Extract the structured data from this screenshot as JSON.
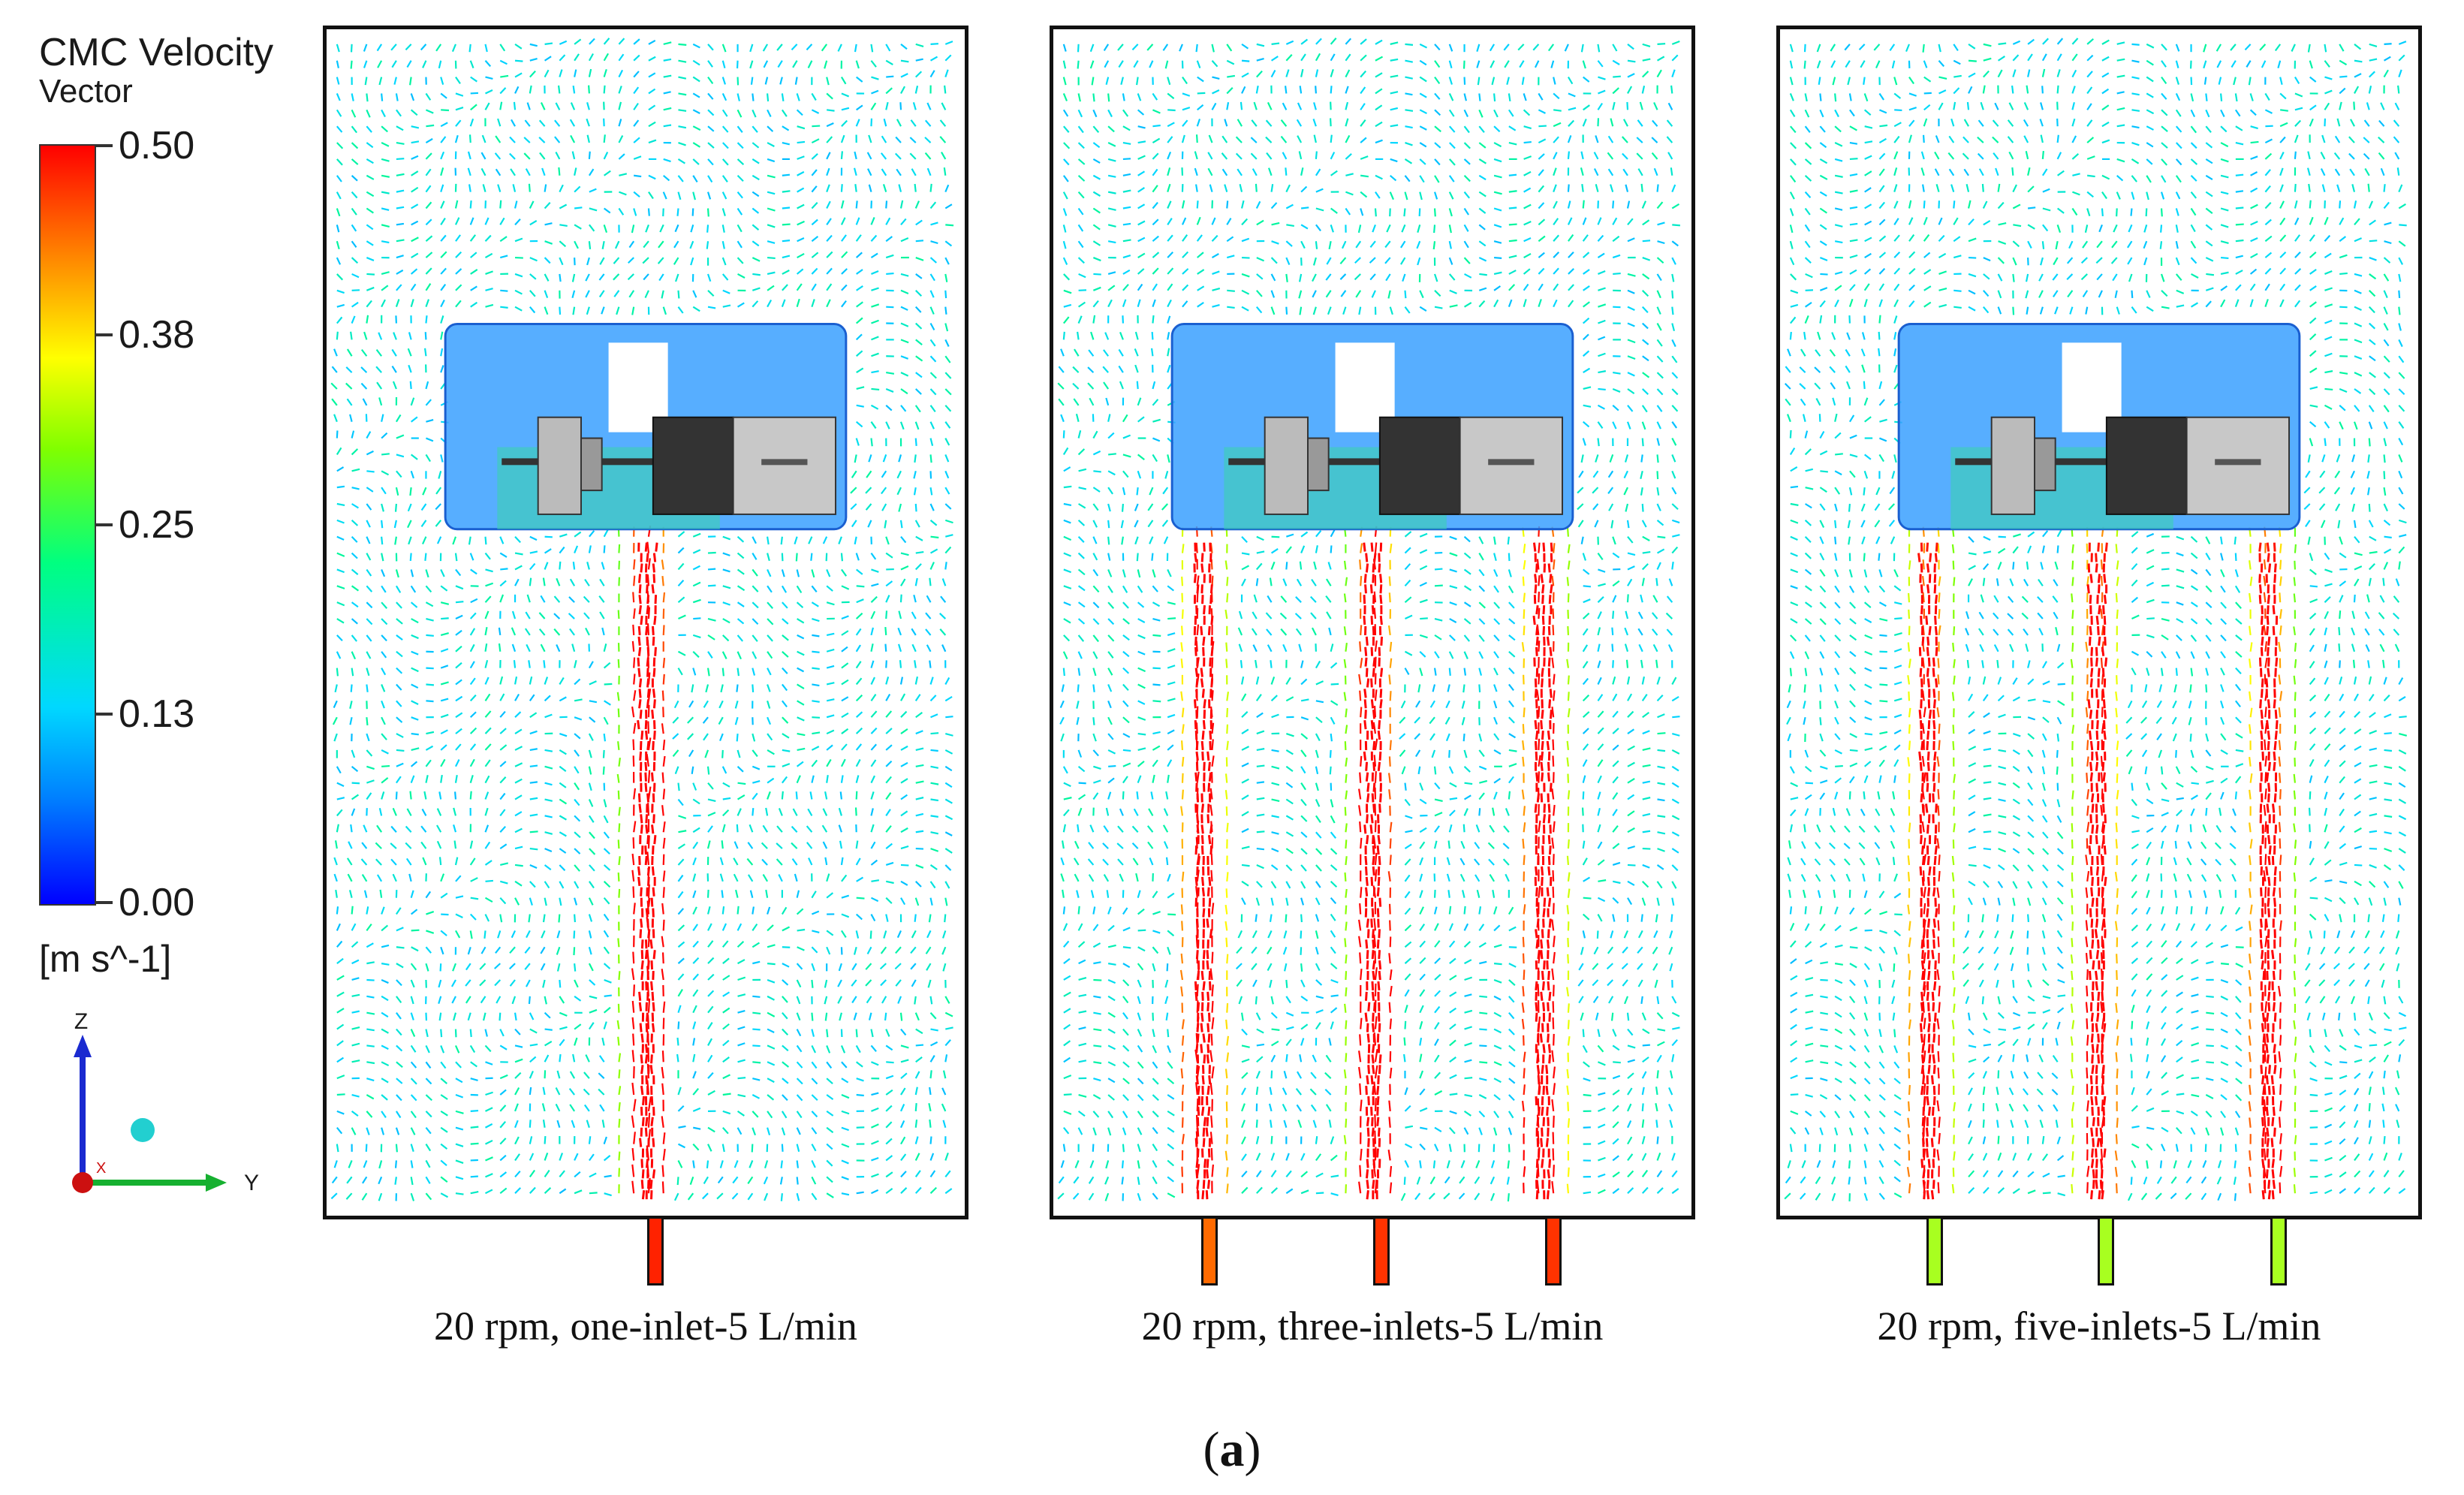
{
  "legend": {
    "title_line1": "CMC Velocity",
    "title_line2": "Vector",
    "ticks": [
      "0.50",
      "0.38",
      "0.25",
      "0.13",
      "0.00"
    ],
    "unit": "[m s^-1]",
    "colormap": [
      "#0000ff",
      "#0080ff",
      "#00d8ff",
      "#00ff80",
      "#80ff00",
      "#ffff00",
      "#ff8000",
      "#ff0000"
    ],
    "range": [
      0.0,
      0.5
    ]
  },
  "axes_triad": {
    "z": "Z",
    "y": "Y",
    "x": "X"
  },
  "panels": [
    {
      "caption": "20 rpm, one-inlet-5 L/min",
      "inlets": 1,
      "jet_color": "#ff1a00"
    },
    {
      "caption": "20 rpm, three-inlets-5 L/min",
      "inlets": 3,
      "jet_color": "#ffcc00"
    },
    {
      "caption": "20 rpm, five-inlets-5 L/min",
      "inlets": 3,
      "jet_color": "#33e61a"
    }
  ],
  "figure_label": "a"
}
